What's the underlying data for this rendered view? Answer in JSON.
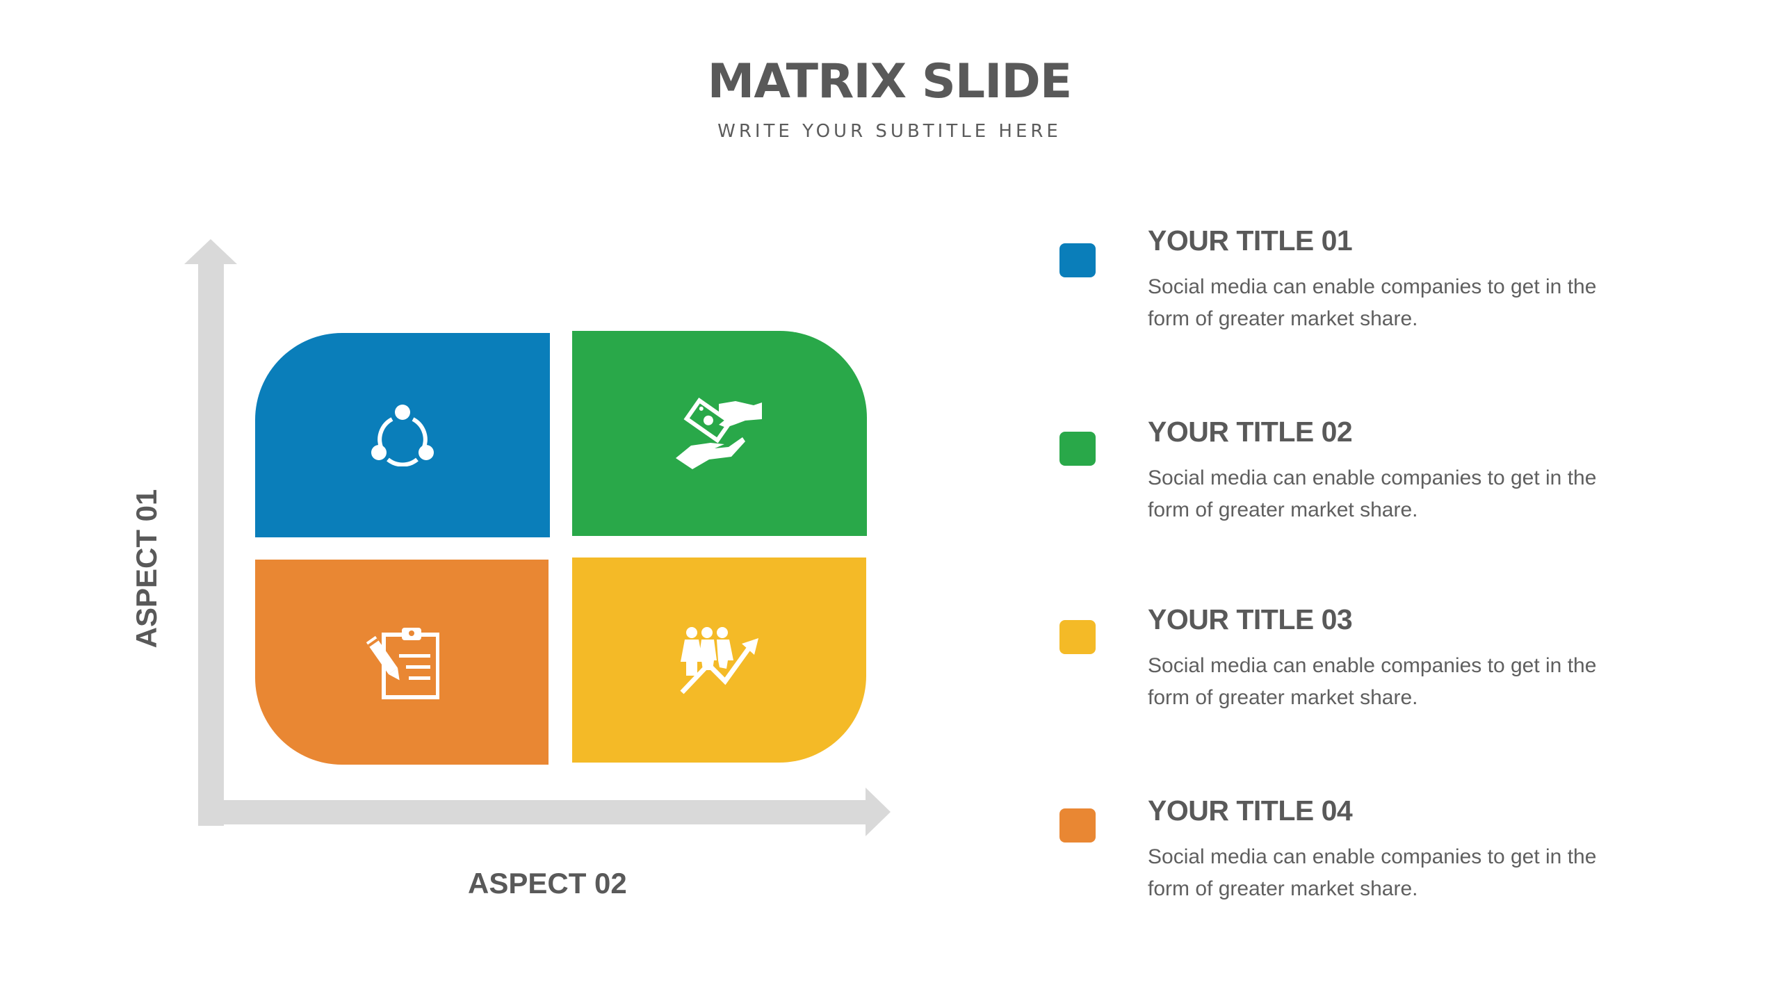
{
  "header": {
    "title": "MATRIX SLIDE",
    "subtitle": "WRITE YOUR SUBTITLE HERE"
  },
  "axes": {
    "y_label": "ASPECT 01",
    "x_label": "ASPECT 02",
    "color": "#d9d9d9"
  },
  "quadrants": [
    {
      "position": "top-left",
      "color": "#0a7eba",
      "icon": "share-network-icon"
    },
    {
      "position": "top-right",
      "color": "#29a849",
      "icon": "money-exchange-hands-icon"
    },
    {
      "position": "bottom-left",
      "color": "#e98733",
      "icon": "clipboard-pencil-icon"
    },
    {
      "position": "bottom-right",
      "color": "#f4ba27",
      "icon": "team-growth-chart-icon"
    }
  ],
  "items": [
    {
      "title": "YOUR TITLE 01",
      "body": "Social media can enable companies to get in the form of greater market share.",
      "color": "#0a7eba"
    },
    {
      "title": "YOUR TITLE 02",
      "body": "Social media can enable companies to get in the form of greater market share.",
      "color": "#29a849"
    },
    {
      "title": "YOUR TITLE 03",
      "body": "Social media can enable companies to get in the form of greater market share.",
      "color": "#f4ba27"
    },
    {
      "title": "YOUR TITLE 04",
      "body": "Social media can enable companies to get in the form of greater market share.",
      "color": "#e98733"
    }
  ]
}
